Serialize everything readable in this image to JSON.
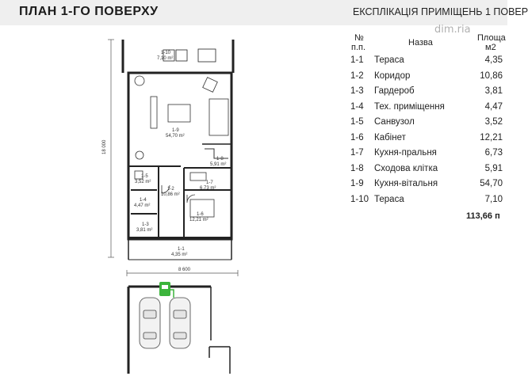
{
  "header": {
    "title": "ПЛАН 1-ГО ПОВЕРХУ",
    "explication_title": "ЕКСПЛІКАЦІЯ ПРИМІЩЕНЬ 1 ПОВЕР",
    "watermark": "dim.ria"
  },
  "table": {
    "col_num": "№",
    "col_num_2": "п.п.",
    "col_name": "Назва",
    "col_area": "Площа",
    "col_area_unit": "м2",
    "rows": [
      {
        "num": "1-1",
        "name": "Тераса",
        "area": "4,35"
      },
      {
        "num": "1-2",
        "name": "Коридор",
        "area": "10,86"
      },
      {
        "num": "1-3",
        "name": "Гардероб",
        "area": "3,81"
      },
      {
        "num": "1-4",
        "name": "Тех. приміщення",
        "area": "4,47"
      },
      {
        "num": "1-5",
        "name": "Санвузол",
        "area": "3,52"
      },
      {
        "num": "1-6",
        "name": "Кабінет",
        "area": "12,21"
      },
      {
        "num": "1-7",
        "name": "Кухня-пральня",
        "area": "6,73"
      },
      {
        "num": "1-8",
        "name": "Сходова клітка",
        "area": "5,91"
      },
      {
        "num": "1-9",
        "name": "Кухня-вітальня",
        "area": "54,70"
      },
      {
        "num": "1-10",
        "name": "Тераса",
        "area": "7,10"
      }
    ],
    "total": "113,66 п"
  },
  "plan": {
    "dim_height": "18 000",
    "dim_width": "8 600",
    "rooms": {
      "r10_id": "1-10",
      "r10_area": "7,10 m²",
      "r9_id": "1-9",
      "r9_area": "54,70 m²",
      "r8_id": "1-8",
      "r8_area": "5,91 m²",
      "r7_id": "1-7",
      "r7_area": "6,73 m²",
      "r5_id": "1-5",
      "r5_area": "3,52 m²",
      "r2_id": "1-2",
      "r2_area": "10,86 m²",
      "r4_id": "1-4",
      "r4_area": "4,47 m²",
      "r6_id": "1-6",
      "r6_area": "12,21 m²",
      "r3_id": "1-3",
      "r3_area": "3,81 m²",
      "r1_id": "1-1",
      "r1_area": "4,35 m²"
    }
  },
  "colors": {
    "header_bg": "#efefef",
    "ev_charger": "#3cb43c",
    "wall": "#222222"
  }
}
